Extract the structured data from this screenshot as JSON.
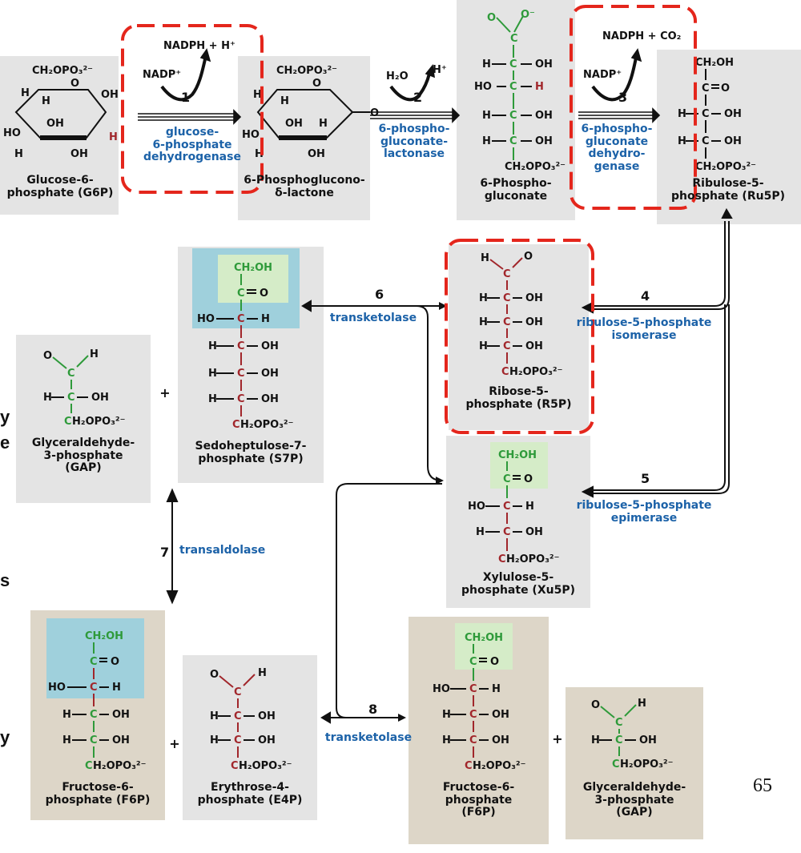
{
  "compounds": {
    "g6p": "Glucose-6-\nphosphate (G6P)",
    "pgl": "6-Phosphoglucono-\nδ-lactone",
    "pg6": "6-Phospho-\ngluconate",
    "ru5p": "Ribulose-5-\nphosphate (Ru5P)",
    "s7p": "Sedoheptulose-7-\nphosphate (S7P)",
    "gap1": "Glyceraldehyde-\n3-phosphate\n(GAP)",
    "r5p": "Ribose-5-\nphosphate (R5P)",
    "xu5p": "Xylulose-5-\nphosphate (Xu5P)",
    "f6p1": "Fructose-6-\nphosphate (F6P)",
    "e4p": "Erythrose-4-\nphosphate (E4P)",
    "f6p2": "Fructose-6-\nphosphate\n(F6P)",
    "gap2": "Glyceraldehyde-\n3-phosphate\n(GAP)"
  },
  "enzymes": {
    "e1": "glucose-\n6-phosphate\ndehydrogenase",
    "e2": "6-phospho-\ngluconate-\nlactonase",
    "e3": "6-phospho-\ngluconate\ndehydro-\ngenase",
    "e4": "ribulose-5-phosphate\nisomerase",
    "e5": "ribulose-5-phosphate\nepimerase",
    "e6": "transketolase",
    "e7": "transaldolase",
    "e8": "transketolase"
  },
  "steps": [
    "1",
    "2",
    "3",
    "4",
    "5",
    "6",
    "7",
    "8"
  ],
  "cofactors": {
    "nadp_in_1": "NADP⁺",
    "nadph_out_1": "NADPH + H⁺",
    "h2o_in_2": "H₂O",
    "h_out_2": "H⁺",
    "nadp_in_3": "NADP⁺",
    "nadph_out_3": "NADPH + CO₂"
  },
  "plus_sign": "+",
  "edge_text": {
    "t1": "y",
    "t2": "e",
    "t3": "s",
    "t4": "y"
  },
  "page_number": "65",
  "colors": {
    "enzyme": "#1c62a8",
    "highlight_dashed": "#e4261c",
    "carbon_green": "#2e9a3a",
    "carbon_red": "#a1262b",
    "box_gray": "#e4e4e4",
    "box_tan": "#ddd6c8",
    "hl_blue": "#9fd0dc",
    "hl_green": "#d5ecc8"
  }
}
